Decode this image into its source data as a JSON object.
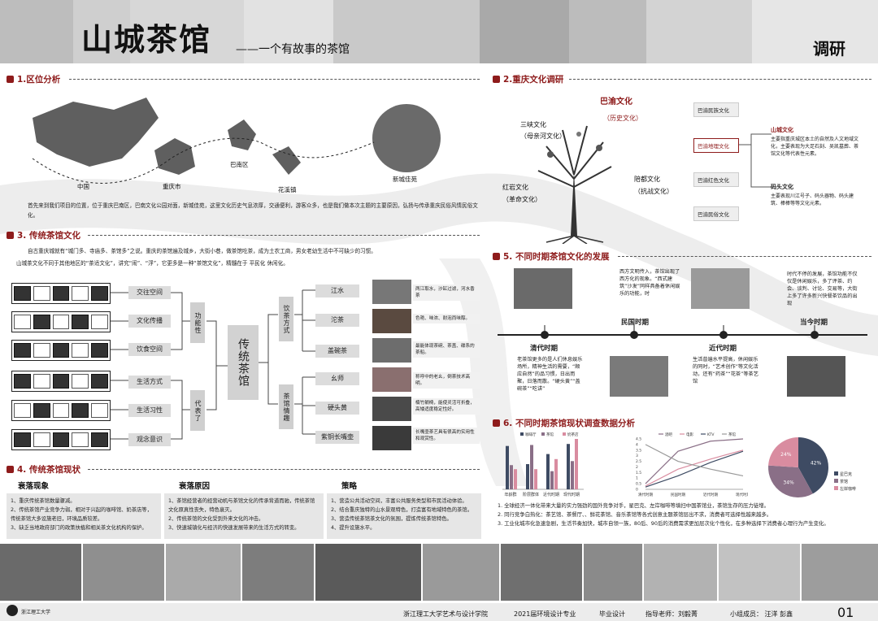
{
  "header": {
    "title": "山城茶馆",
    "subtitle": "——一个有故事的茶馆",
    "tag": "调研"
  },
  "sec1": {
    "heading": "1.区位分析",
    "places": [
      "中国",
      "重庆市",
      "巴南区",
      "花溪镇",
      "新城佳苑"
    ],
    "text": "首先来到我们项目的位置，位于重庆巴南区，巴南文化公园对面，新城佳苑，这里文化历史气息浓厚，交通便利，游客众多，也是我们做本次主题的主要原因，弘扬与传承重庆民俗风情民俗文化。"
  },
  "sec2": {
    "heading": "2.重庆文化调研",
    "center": "巴渝文化",
    "center_sub": "（历史文化）",
    "sanxia": "三峡文化",
    "sanxia_sub": "（母亲河文化）",
    "hongyan": "红岩文化",
    "hongyan_sub": "（革命文化）",
    "peidu": "陪都文化",
    "peidu_sub": "（抗战文化）",
    "boxes": [
      "巴渝民族文化",
      "巴渝地理文化",
      "巴渝红色文化",
      "巴渝民俗文化"
    ],
    "shancheng_title": "山城文化",
    "shancheng_text": "主要指重庆城区本土的自然及人文地域文化，主要表现为大足石刻、吴凯墓葬、茶馆文化等代表性元素。",
    "matou_title": "码头文化",
    "matou_text": "主要表现川江号子、码头器物、码头建筑、棒棒等等文化元素。"
  },
  "sec3": {
    "heading": "3. 传统茶馆文化",
    "text1": "自古重庆城就有“城门多、寺庙多、茶馆多”之说。重庆的茶馆遍及城乡，大街小巷，做茶馆吃茶，成为土农工商，男女老幼生活中不可缺少的习惯。",
    "text2": "山城茶文化不同于其他地区的“茶适文化”，讲究“闹”、“浮”，它更多是一种“茶馆文化”，精髓在于 平民化 休闲化。",
    "left_labels": [
      "交往空间",
      "文化传播",
      "饮食空间",
      "生活方式",
      "生活习性",
      "观念意识"
    ],
    "func": "功能性",
    "rep": "代表了",
    "center": "传统茶馆",
    "drink": "饮茶方式",
    "feel": "茶馆情趣",
    "right_labels": [
      "江水",
      "沱茶",
      "盖碗茶",
      "幺师",
      "硬头黄",
      "紫铜长嘴壶"
    ],
    "right_descs": [
      "两江取水，沙缸过滤，河水香茶",
      "色艳、味浓、耐泡而味醇。",
      "最能体现茶碗、茶盖、碟系的茶船。",
      "称呼中的老幺，倒茶技术高明。",
      "楠竹躺椅，能使灵活可折叠，高矮适度稳定性好。",
      "长嘴壶茶艺具有很高的实用性和观赏性。"
    ]
  },
  "sec4": {
    "heading": "4. 传统茶馆现状",
    "cols": [
      {
        "head": "衰落现象",
        "lines": [
          "1、重庆传统茶馆数量骤减。",
          "2、传统茶馆产业竞争力弱，相对于兴起的咖啡馆、奶茶店等，传统茶馆大多设施老旧，环境品质较差。",
          "3、缺乏当地政府部门的政策扶植和相关茶文化机构的保护。"
        ]
      },
      {
        "head": "衰落原因",
        "lines": [
          "1、茶馆经营者的经营动机与茶馆文化的传承背道而驰，传统茶馆文化原真性丧失，特色衰灭。",
          "2、传统茶馆的文化受到外来文化的冲击。",
          "3、快速城镇化与经济的快速发展带来的生活方式的转变。"
        ]
      },
      {
        "head": "策略",
        "lines": [
          "1、营造公共活动空间，丰富公共服务类型和市民活动体验。",
          "2、结合重庆独特的山水景观特色，打造富有地域特色的茶馆。",
          "3、营造传统茶馆茶文化的氛围，提炼传统茶馆特色。",
          "4、提升设施水平。"
        ]
      }
    ]
  },
  "sec5": {
    "heading": "5. 不同时期茶馆文化的发展",
    "periods": [
      "清代时期",
      "民国时期",
      "近代时期",
      "当今时期"
    ],
    "qing": "老茶馆更多的是人们休息娱乐场所，精神生活的需要，“顺应自然”的品习惯，日出而聚，日落而散。“硬头黄”“盖碗茶”“吃讲”",
    "minguo": "西方文明传入，茶馆出现了西方化的现象。“西式建筑”沙发”同样具备着休闲娱乐的功能，时",
    "jindai": "生活普遍水平提高，休闲娱乐的同时，“艺术创作”等文化活动，还有“药茶”“花茶”等茶艺馆",
    "dangjin": "时代不停的发展，茶馆功能不仅仅是休闲娱乐，多了评茶、约会、谈判、讨论、交易等，大街上多了许多新兴快餐茶饮品的出现"
  },
  "sec6": {
    "heading": "6. 不同时期茶馆现状调查数据分析",
    "bar_legend": [
      "咖啡厅",
      "茶馆",
      "奶茶店"
    ],
    "bar_categories": [
      "年龄群",
      "阶层群体",
      "近代时期",
      "现代时期"
    ],
    "line_legend": [
      "酒吧",
      "电影",
      "KTV",
      "茶馆"
    ],
    "line_categories": [
      "清代时期",
      "民国时期",
      "近代时期",
      "现代时期"
    ],
    "line_yticks": [
      "4.5",
      "4",
      "3.5",
      "3",
      "2.5",
      "2",
      "1.5",
      "1",
      "0.5",
      "0"
    ],
    "pie_labels": [
      "42%",
      "34%",
      "24%"
    ],
    "pie_legend": [
      "星巴克",
      "茶馆",
      "左岸咖啡"
    ],
    "notes": [
      "1. 全球经济一体化带来大量的实力强劲的国外竞争对手，星巴克、左岸咖啡等填扫中国茶馆业，茶馆生存的压力徒增。",
      "2. 同行竞争白热化：茶艺馆、茶餐厅、、鲜花茶馆、音乐茶馆等各式创意主题茶馆层出不求，消费者可选择性越来越多。",
      "3. 工业化城市化急速急剧，生活节奏加快，城市自领一族，80后、90后的消费需求更加层次化个性化，在多种选择下消费者心理行为产生变化。"
    ]
  },
  "chart_data": [
    {
      "type": "bar",
      "categories": [
        "年龄群",
        "阶层群体",
        "近代时期",
        "现代时期"
      ],
      "series": [
        {
          "name": "咖啡厅",
          "values": [
            4.3,
            2.5,
            3.5,
            4.5
          ]
        },
        {
          "name": "茶馆",
          "values": [
            2.4,
            4.4,
            1.8,
            2.8
          ]
        },
        {
          "name": "奶茶店",
          "values": [
            2.0,
            2.0,
            3.0,
            5.0
          ]
        }
      ],
      "ylim": [
        0,
        5
      ]
    },
    {
      "type": "line",
      "categories": [
        "清代时期",
        "民国时期",
        "近代时期",
        "现代时期"
      ],
      "series": [
        {
          "name": "酒吧",
          "values": [
            0.5,
            3.4,
            4.3,
            4.5
          ]
        },
        {
          "name": "电影",
          "values": [
            0.3,
            1.8,
            2.7,
            3.5
          ]
        },
        {
          "name": "KTV",
          "values": [
            0.2,
            1.2,
            2.4,
            3.4
          ]
        },
        {
          "name": "茶馆",
          "values": [
            4.0,
            2.5,
            1.8,
            1.2
          ]
        }
      ],
      "ylim": [
        0,
        4.5
      ]
    },
    {
      "type": "pie",
      "labels": [
        "星巴克",
        "茶馆",
        "左岸咖啡"
      ],
      "values": [
        42,
        34,
        24
      ]
    }
  ],
  "footer": {
    "logo": "浙江理工大学",
    "school": "浙江理工大学艺术与设计学院",
    "major": "2021届环境设计专业",
    "design": "毕业设计",
    "teacher": "指导老师：刘毅菁",
    "members": "小组成员：  汪洋    彭鑫",
    "page": "01"
  },
  "colors": {
    "accent": "#8e1b1b",
    "dark": "#3f4a5c",
    "pie1": "#3e4b63",
    "pie2": "#8a6f87",
    "pie3": "#d98ca0"
  }
}
